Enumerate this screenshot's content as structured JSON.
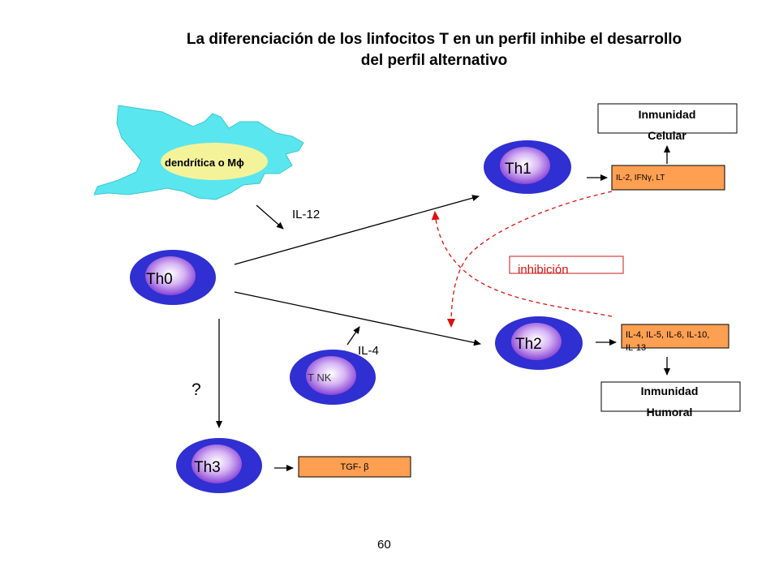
{
  "title": {
    "line1": "La diferenciación de los linfocitos T en un perfil inhibe el desarrollo",
    "line2": "del perfil alternativo"
  },
  "dendritic_cell": {
    "label": "dendrítica o Mϕ"
  },
  "cells": {
    "th0": "Th0",
    "th1": "Th1",
    "th2": "Th2",
    "th3": "Th3",
    "tnk": "T NK"
  },
  "signals": {
    "il12": "IL-12",
    "il4": "IL-4",
    "unknown": "?"
  },
  "cytokines": {
    "th1": "IL-2, IFNγ, LT",
    "th2_line1": "IL-4, IL-5, IL-6, IL-10,",
    "th2_line2": "IL-13",
    "th3": "TGF- β"
  },
  "immunity": {
    "cellular_line1": "Inmunidad",
    "cellular_line2": "Celular",
    "humoral_line1": "Inmunidad",
    "humoral_line2": "Humoral"
  },
  "inhibition_label": "inhibición",
  "page_number": "60",
  "colors": {
    "cell_outer": "#2f2fd2",
    "cell_inner_light": "#ffffff",
    "cell_inner_dark": "#7a2fcf",
    "dendritic": "#5ae6ee",
    "dendritic_nucleus": "#f5f39a",
    "cytokine_box": "#ff9f52",
    "inhibition_arrow": "#dd1111",
    "inhibition_box_border": "#d04040"
  }
}
